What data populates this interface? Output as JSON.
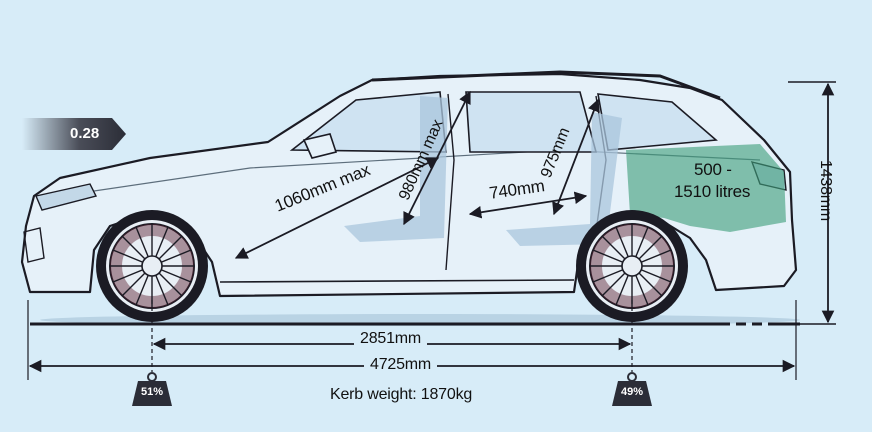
{
  "drag_coefficient": "0.28",
  "dimensions": {
    "front_legroom": "1060mm max",
    "front_headroom": "980mm max",
    "rear_legroom": "740mm",
    "rear_headroom": "975mm",
    "boot_capacity_line1": "500 -",
    "boot_capacity_line2": "1510 litres",
    "height": "1438mm",
    "wheelbase": "2851mm",
    "length": "4725mm"
  },
  "weight": {
    "front_distribution": "51%",
    "rear_distribution": "49%",
    "kerb_weight": "Kerb weight: 1870kg"
  },
  "colors": {
    "background": "#d7ecf8",
    "car_body": "#e6f1f9",
    "outline": "#1b1b24",
    "boot_fill": "#3f9e7a",
    "seat_fill": "#a9c6dc",
    "badge_dark": "#2b2d37"
  }
}
